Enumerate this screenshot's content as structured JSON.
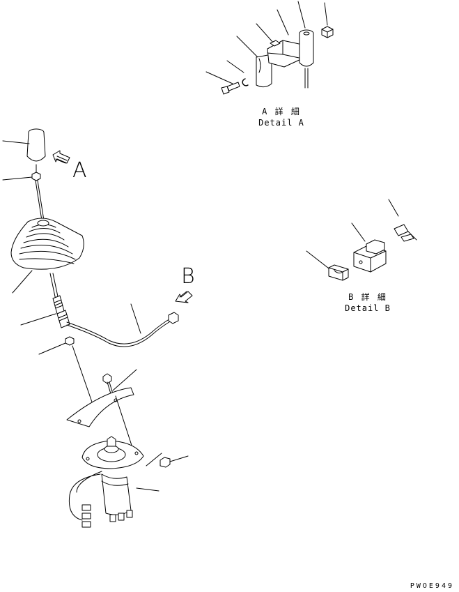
{
  "detail_a": {
    "title_jp": "A 詳 細",
    "title_en": "Detail A"
  },
  "detail_b": {
    "title_jp": "B 詳 細",
    "title_en": "Detail B"
  },
  "view_labels": {
    "a": "A",
    "b": "B"
  },
  "drawing_code": "PWOE949"
}
